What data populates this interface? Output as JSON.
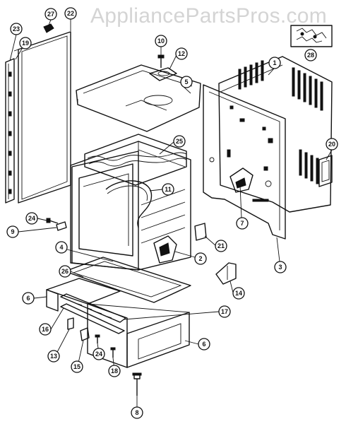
{
  "watermark": "AppliancePartsPros.com",
  "callouts": [
    {
      "id": "c1",
      "label": "1"
    },
    {
      "id": "c2",
      "label": "2"
    },
    {
      "id": "c3",
      "label": "3"
    },
    {
      "id": "c4",
      "label": "4"
    },
    {
      "id": "c5",
      "label": "5"
    },
    {
      "id": "c6a",
      "label": "6"
    },
    {
      "id": "c6b",
      "label": "6"
    },
    {
      "id": "c7",
      "label": "7"
    },
    {
      "id": "c8",
      "label": "8"
    },
    {
      "id": "c9",
      "label": "9"
    },
    {
      "id": "c10",
      "label": "10"
    },
    {
      "id": "c11",
      "label": "11"
    },
    {
      "id": "c12",
      "label": "12"
    },
    {
      "id": "c13",
      "label": "13"
    },
    {
      "id": "c14",
      "label": "14"
    },
    {
      "id": "c15",
      "label": "15"
    },
    {
      "id": "c16",
      "label": "16"
    },
    {
      "id": "c17",
      "label": "17"
    },
    {
      "id": "c18",
      "label": "18"
    },
    {
      "id": "c19",
      "label": "19"
    },
    {
      "id": "c20",
      "label": "20"
    },
    {
      "id": "c21",
      "label": "21"
    },
    {
      "id": "c22",
      "label": "22"
    },
    {
      "id": "c23",
      "label": "23"
    },
    {
      "id": "c24a",
      "label": "24"
    },
    {
      "id": "c24b",
      "label": "24"
    },
    {
      "id": "c25",
      "label": "25"
    },
    {
      "id": "c26",
      "label": "26"
    },
    {
      "id": "c27",
      "label": "27"
    },
    {
      "id": "c28",
      "label": "28"
    }
  ]
}
